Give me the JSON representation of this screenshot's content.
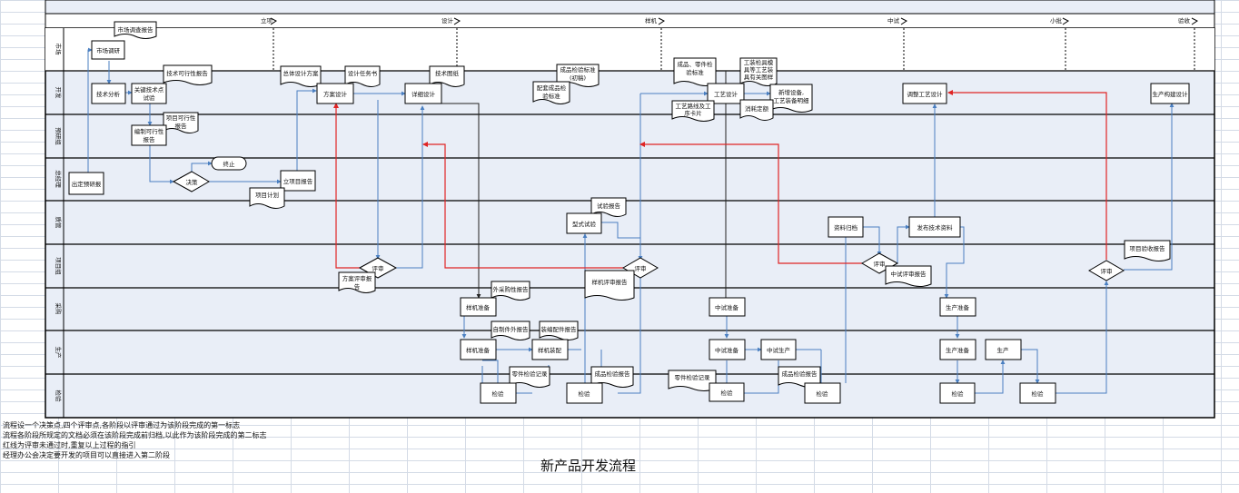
{
  "phases": [
    "立项",
    "设计",
    "样机",
    "中试",
    "小批",
    "验收"
  ],
  "lanes": [
    "市场",
    "开发",
    "预研组",
    "总经理",
    "质管",
    "项目组",
    "采购",
    "生产",
    "检验"
  ],
  "nodes": {
    "market_report": "市场调查报告",
    "market_survey": "市场调研",
    "tech_feasibility_report": "技术可行性报告",
    "tech_analysis": "技术分析",
    "key_tech_test_1": "关键技术点",
    "key_tech_test_2": "试验",
    "overall_design_plan": "总体设计方案",
    "design_task": "设计任务书",
    "plan_design": "方案设计",
    "tech_drawing": "技术图纸",
    "detailed_design": "详细设计",
    "product_std_1": "成品检验标准",
    "product_std_2": "(初稿)",
    "parts_std_1": "配套成品检",
    "parts_std_2": "验标准",
    "finished_std_1": "成品、零件检",
    "finished_std_2": "验标准",
    "tooling_1": "工装检具模",
    "tooling_2": "具等工艺装",
    "tooling_3": "具有关图样",
    "process_design": "工艺设计",
    "route_1": "工艺路线及工",
    "route_2": "序卡片",
    "new_equip_1": "新增设备,",
    "new_equip_2": "工艺装备明细",
    "quota": "消耗定额",
    "adjust_process": "调整工艺设计",
    "production_unit_design": "生产构建设计",
    "feasibility_report_1": "项目可行性",
    "feasibility_report_2": "报告",
    "feasibility_study_1": "编制可行性",
    "feasibility_study_2": "报告",
    "terminate": "终止",
    "decision": "决策",
    "draft_plan": "出定预研报",
    "project_setup": "立项目报告",
    "project_plan": "项目计划",
    "test_report": "试验报告",
    "type_test": "型式试验",
    "materials_archive": "资料归档",
    "release_tech_data": "发布技术资料",
    "review": "评审",
    "plan_review_report_1": "方案评审报",
    "plan_review_report_2": "告",
    "prototype_review_report": "样机评审报告",
    "trial_review_report": "中试评审报告",
    "acceptance_report": "项目验收报告",
    "outsourced_report": "外采购性报告",
    "proto_prep": "样机准备",
    "self_made_report": "自制件外报告",
    "assembly_report": "装编配件报告",
    "proto_assembly": "样机装配",
    "parts_record": "零件检验记录",
    "inspection": "检验",
    "finished_report": "成品检验报告",
    "trial_prep": "中试准备",
    "trial_production": "中试生产",
    "production_prep": "生产准备",
    "production": "生产"
  },
  "notes": [
    "流程设一个决策点,四个评审点,各阶段以评审通过为该阶段完成的第一标志",
    "流程各阶段所规定的文档必须在该阶段完成前归档,以此作为该阶段完成的第二标志",
    "红线为评审未通过时,重复以上过程的指引",
    "经理办公会决定要开发的项目可以直接进入第二阶段"
  ],
  "title": "新产品开发流程",
  "colors": {
    "lane_fill": "#e9eef7",
    "line": "#000000",
    "flow_blue": "#4a7fc1",
    "rework_red": "#e02424",
    "page_bg": "#ffffff"
  }
}
